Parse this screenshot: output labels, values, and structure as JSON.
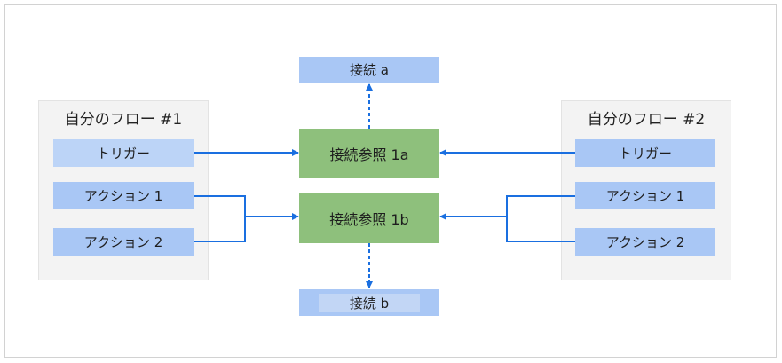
{
  "flow1": {
    "title": "自分のフロー #1",
    "trigger": "トリガー",
    "action1": "アクション 1",
    "action2": "アクション 2"
  },
  "flow2": {
    "title": "自分のフロー #2",
    "trigger": "トリガー",
    "action1": "アクション 1",
    "action2": "アクション 2"
  },
  "connections": {
    "a": "接続 a",
    "b": "接続 b"
  },
  "references": {
    "ref_1a": "接続参照 1a",
    "ref_1b": "接続参照 1b"
  },
  "colors": {
    "box_blue": "#a9c7f5",
    "box_green": "#8ec07c",
    "group_bg": "#f3f3f3",
    "arrow": "#1a6fe0"
  }
}
